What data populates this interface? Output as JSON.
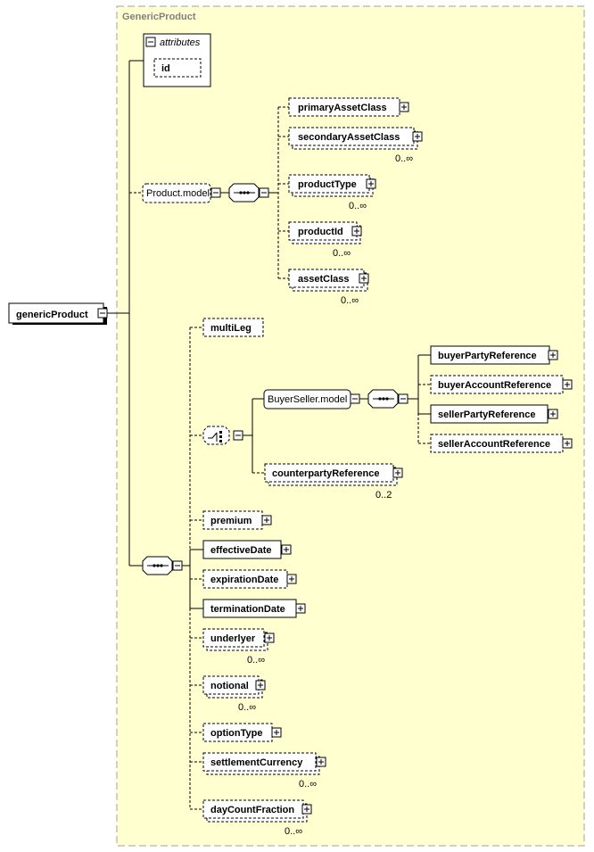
{
  "group": {
    "title": "GenericProduct"
  },
  "root": {
    "label": "genericProduct"
  },
  "attributes": {
    "title": "attributes",
    "items": [
      "id"
    ]
  },
  "product_model": {
    "label": "Product.model",
    "children": [
      {
        "label": "primaryAssetClass",
        "occurrence": ""
      },
      {
        "label": "secondaryAssetClass",
        "occurrence": "0..∞"
      },
      {
        "label": "productType",
        "occurrence": "0..∞"
      },
      {
        "label": "productId",
        "occurrence": "0..∞"
      },
      {
        "label": "assetClass",
        "occurrence": "0..∞"
      }
    ]
  },
  "buyer_seller": {
    "label": "BuyerSeller.model",
    "children": [
      {
        "label": "buyerPartyReference"
      },
      {
        "label": "buyerAccountReference"
      },
      {
        "label": "sellerPartyReference"
      },
      {
        "label": "sellerAccountReference"
      }
    ],
    "counterparty": {
      "label": "counterpartyReference",
      "occurrence": "0..2"
    }
  },
  "main_sequence": [
    {
      "label": "multiLeg",
      "occurrence": ""
    },
    {
      "label": "premium",
      "occurrence": ""
    },
    {
      "label": "effectiveDate",
      "occurrence": ""
    },
    {
      "label": "expirationDate",
      "occurrence": ""
    },
    {
      "label": "terminationDate",
      "occurrence": ""
    },
    {
      "label": "underlyer",
      "occurrence": "0..∞"
    },
    {
      "label": "notional",
      "occurrence": "0..∞"
    },
    {
      "label": "optionType",
      "occurrence": ""
    },
    {
      "label": "settlementCurrency",
      "occurrence": "0..∞"
    },
    {
      "label": "dayCountFraction",
      "occurrence": "0..∞"
    }
  ],
  "colors": {
    "group_fill": "#ffffd0",
    "node_fill": "#ffffff",
    "line": "#000000",
    "group_border": "#a0a0a0"
  }
}
